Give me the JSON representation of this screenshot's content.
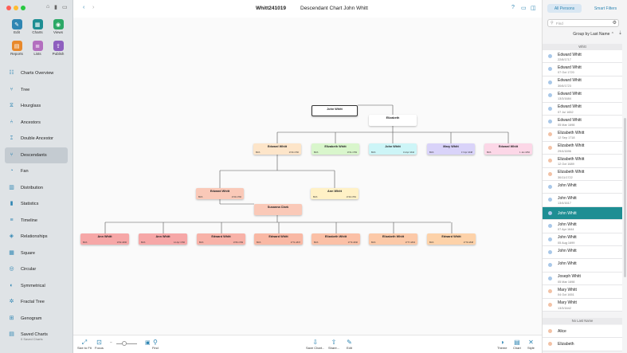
{
  "window": {
    "title": "Whitt241019",
    "chart_title": "Descendant Chart John Whitt"
  },
  "colors": {
    "accent": "#2f86b3",
    "selected": "#1e8e93",
    "male_dot": "#a9c8e8",
    "female_dot": "#f2c2a6"
  },
  "toolbar": {
    "tools": [
      {
        "label": "Edit",
        "icon": "pencil-icon",
        "color": "#2f86b3"
      },
      {
        "label": "Charts",
        "icon": "charts-icon",
        "color": "#1e8e93"
      },
      {
        "label": "Views",
        "icon": "eye-icon",
        "color": "#2ca866"
      },
      {
        "label": "Reports",
        "icon": "reports-icon",
        "color": "#e8892c"
      },
      {
        "label": "Lists",
        "icon": "lists-icon",
        "color": "#b36fbf"
      },
      {
        "label": "Publish",
        "icon": "publish-icon",
        "color": "#8e5fbf"
      }
    ]
  },
  "nav": {
    "items": [
      {
        "label": "Charts Overview",
        "icon": "charts-overview-icon"
      },
      {
        "label": "Tree",
        "icon": "tree-icon"
      },
      {
        "label": "Hourglass",
        "icon": "hourglass-icon"
      },
      {
        "label": "Ancestors",
        "icon": "ancestors-icon"
      },
      {
        "label": "Double Ancestor",
        "icon": "double-ancestor-icon"
      },
      {
        "label": "Descendants",
        "icon": "descendants-icon",
        "active": true
      },
      {
        "label": "Fan",
        "icon": "fan-icon"
      },
      {
        "label": "Distribution",
        "icon": "distribution-icon"
      },
      {
        "label": "Statistics",
        "icon": "statistics-icon"
      },
      {
        "label": "Timeline",
        "icon": "timeline-icon"
      },
      {
        "label": "Relationships",
        "icon": "relationships-icon"
      },
      {
        "label": "Square",
        "icon": "square-icon"
      },
      {
        "label": "Circular",
        "icon": "circular-icon"
      },
      {
        "label": "Symmetrical",
        "icon": "symmetrical-icon"
      },
      {
        "label": "Fractal Tree",
        "icon": "fractal-tree-icon"
      },
      {
        "label": "Genogram",
        "icon": "genogram-icon"
      },
      {
        "label": "Saved Charts",
        "sub": "0 Saved Charts",
        "icon": "saved-charts-icon"
      }
    ]
  },
  "chart": {
    "root": {
      "name": "John Whitt"
    },
    "spouse": {
      "name": "Elizabeth"
    },
    "gen1": [
      {
        "name": "Edward Whitt",
        "color": "#fde5c9",
        "birth": "Birth",
        "date": "1720-1760"
      },
      {
        "name": "Elizabeth Whitt",
        "color": "#d9f6cc",
        "birth": "Birth",
        "date": "1721-1769"
      },
      {
        "name": "John Whitt",
        "color": "#cdf5f7",
        "birth": "Birth",
        "date": "13 Apr 1642"
      },
      {
        "name": "Mary Whitt",
        "color": "#d9d3f9",
        "birth": "Birth",
        "date": "17 Apr 1648"
      },
      {
        "name": "Edward Whitt",
        "color": "#fcd7e7",
        "birth": "Birth",
        "date": "1 Jan 1652"
      }
    ],
    "gen2": [
      {
        "name": "Edward Whitt",
        "color": "#fac9b8",
        "birth": "Birth",
        "date": "1720-1760"
      },
      {
        "name": "Ann Whitt",
        "color": "#fff1c6",
        "birth": "Birth",
        "date": "1740-1781"
      }
    ],
    "gen2_spouse": {
      "name": "Susanna Clark"
    },
    "gen3": [
      {
        "name": "Ann Whitt",
        "color": "#f6a7a7",
        "birth": "Birth",
        "date": "1762-1836"
      },
      {
        "name": "Ann Whitt",
        "color": "#f6a7a7",
        "birth": "Birth",
        "date": "12 Apr 1766"
      },
      {
        "name": "Edward Whitt",
        "color": "#f8b2a8",
        "birth": "Birth",
        "date": "1766-1799"
      },
      {
        "name": "Edward Whitt",
        "color": "#f9b8a4",
        "birth": "Birth",
        "date": "1771-1847"
      },
      {
        "name": "Elizabeth Whitt",
        "color": "#fbc0a6",
        "birth": "Birth",
        "date": "1773-1840"
      },
      {
        "name": "Elizabeth Whitt",
        "color": "#fcc9a8",
        "birth": "Birth",
        "date": "1777-1834"
      },
      {
        "name": "Edward Whitt",
        "color": "#fdd2a9",
        "birth": "Birth",
        "date": "1779-1848"
      }
    ]
  },
  "bottom": {
    "left": [
      {
        "label": "Size to Fit",
        "icon": "size-to-fit-icon"
      },
      {
        "label": "Focus",
        "icon": "focus-icon"
      },
      {
        "label": "Find",
        "icon": "find-icon"
      }
    ],
    "right": [
      {
        "label": "Save Chart...",
        "icon": "save-icon"
      },
      {
        "label": "Share...",
        "icon": "share-icon"
      },
      {
        "label": "Edit",
        "icon": "edit-icon"
      },
      {
        "label": "Theme",
        "icon": "theme-icon"
      },
      {
        "label": "Chart",
        "icon": "chart-icon"
      },
      {
        "label": "Style",
        "icon": "style-icon"
      }
    ],
    "zoom": 0.4
  },
  "panel": {
    "tabs": [
      "All Persons",
      "Smart Filters"
    ],
    "find_placeholder": "Find",
    "group_by": "Group by Last Name",
    "section": "Whitt",
    "section2": "No Last Name",
    "persons": [
      {
        "name": "Edward Whitt",
        "date": "22/8/1717",
        "sex": "m"
      },
      {
        "name": "Edward Whitt",
        "date": "07 Oct 1720",
        "sex": "m"
      },
      {
        "name": "Edward Whitt",
        "date": "30/6/1723",
        "sex": "m"
      },
      {
        "name": "Edward Whitt",
        "date": "13/3/1684",
        "sex": "m"
      },
      {
        "name": "Edward Whitt",
        "date": "07 Jul 1652",
        "sex": "m"
      },
      {
        "name": "Edward Whitt",
        "date": "05 Mar 1698",
        "sex": "m"
      },
      {
        "name": "Elizabeth Whitt",
        "date": "12 Sep 1718",
        "sex": "f"
      },
      {
        "name": "Elizabeth Whitt",
        "date": "29/4/1696",
        "sex": "f"
      },
      {
        "name": "Elizabeth Whitt",
        "date": "12 Oct 1689",
        "sex": "f"
      },
      {
        "name": "Elizabeth Whitt",
        "date": "30/11/1722",
        "sex": "f"
      },
      {
        "name": "John Whitt",
        "date": "",
        "sex": "m"
      },
      {
        "name": "John Whitt",
        "date": "13/4/1617",
        "sex": "m"
      },
      {
        "name": "John Whitt",
        "date": "",
        "sex": "m",
        "selected": true
      },
      {
        "name": "John Whitt",
        "date": "07 Apr 1644",
        "sex": "m"
      },
      {
        "name": "John Whitt",
        "date": "05 Aug 1699",
        "sex": "m"
      },
      {
        "name": "John Whitt",
        "date": "",
        "sex": "m"
      },
      {
        "name": "John Whitt",
        "date": "",
        "sex": "m"
      },
      {
        "name": "Joseph Whitt",
        "date": "05 Mar 1698",
        "sex": "m"
      },
      {
        "name": "Mary Whitt",
        "date": "04 Oct 1651",
        "sex": "f"
      },
      {
        "name": "Mary Whitt",
        "date": "13/3/1642",
        "sex": "f"
      }
    ],
    "persons2": [
      {
        "name": "Alice",
        "sex": "f"
      },
      {
        "name": "Elizabeth",
        "sex": "f"
      }
    ]
  }
}
